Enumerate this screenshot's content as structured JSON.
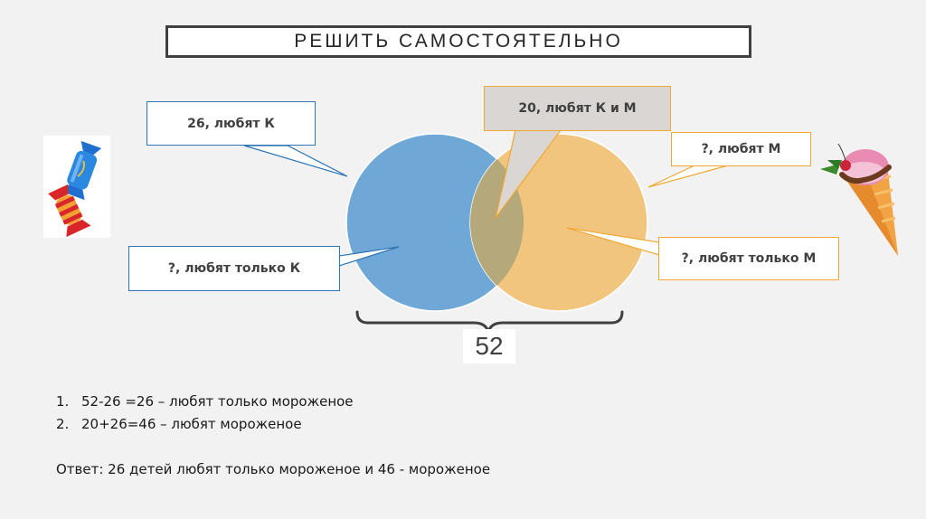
{
  "title": "РЕШИТЬ САМОСТОЯТЕЛЬНО",
  "callouts": {
    "likes_k": "26, любят К",
    "likes_k_and_m": "20, любят К и М",
    "likes_m": "?, любят М",
    "likes_only_k": "?, любят только К",
    "likes_only_m": "?, любят только М"
  },
  "total": "52",
  "solution": {
    "steps": [
      {
        "num": "1.",
        "text": "52-26 =26 – любят только мороженое"
      },
      {
        "num": "2.",
        "text": "20+26=46 – любят мороженое"
      }
    ],
    "answer": "Ответ: 26 детей любят только мороженое и 46 - мороженое"
  },
  "images": {
    "left": "candy-image",
    "right": "ice-cream-image"
  },
  "colors": {
    "circle_k": "#6fa8d6",
    "circle_m": "#f2c57f",
    "overlap": "#b5a87a",
    "callout_blue_border": "#2e75b6",
    "callout_orange_border": "#f0a830",
    "callout_gray_fill": "#d9d6d3"
  }
}
